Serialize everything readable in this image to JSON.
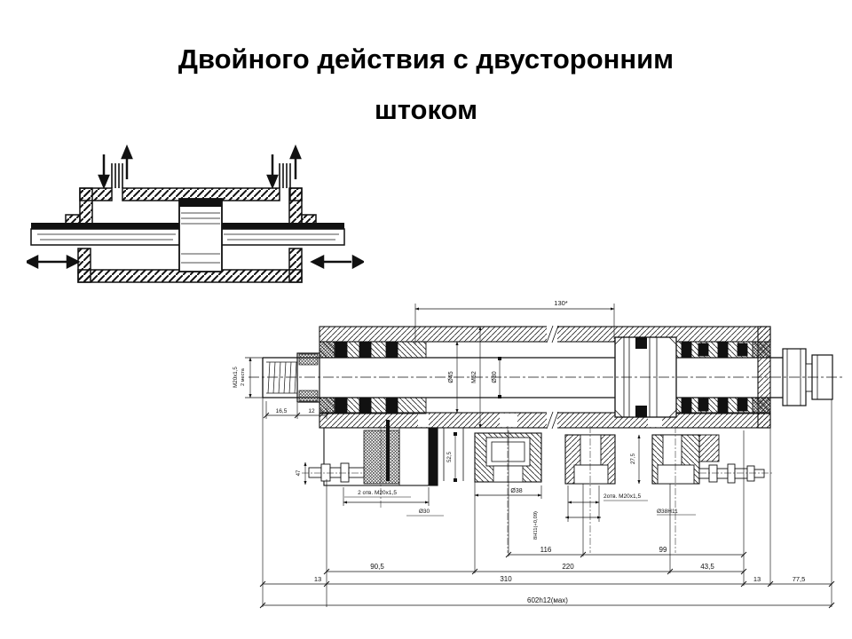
{
  "colors": {
    "background": "#ffffff",
    "ink": "#111111"
  },
  "title": {
    "line1": "Двойного действия с двусторонним",
    "line2": "штоком"
  },
  "drawing": {
    "labels": {
      "stroke": "130*",
      "rod_thread": "М20х1,5",
      "rod_thread_note": "2 места",
      "dim_16_5": "16,5",
      "dim_12": "12",
      "dia_45": "Ø45",
      "m52": "М52",
      "dia_30_rod": "Ø30",
      "dim_47": "47",
      "dim_52_5": "52,5",
      "holes_left": "2 отв. М20х1,5",
      "dia_30_port": "Ø30",
      "dia_38": "Ø38",
      "dim_27_5": "27,5",
      "holes_right": "2отв. М20х1,5",
      "dia_38h11": "Ø38Н11",
      "groove_8h11": "8Н11(+0,09)",
      "dim_116": "116",
      "dim_99": "99",
      "dim_90_5": "90,5",
      "dim_220": "220",
      "dim_43_5": "43,5",
      "dim_13_left": "13",
      "dim_310": "310",
      "dim_13_right": "13",
      "dim_77_5": "77,5",
      "overall": "602h12(мах)"
    }
  }
}
